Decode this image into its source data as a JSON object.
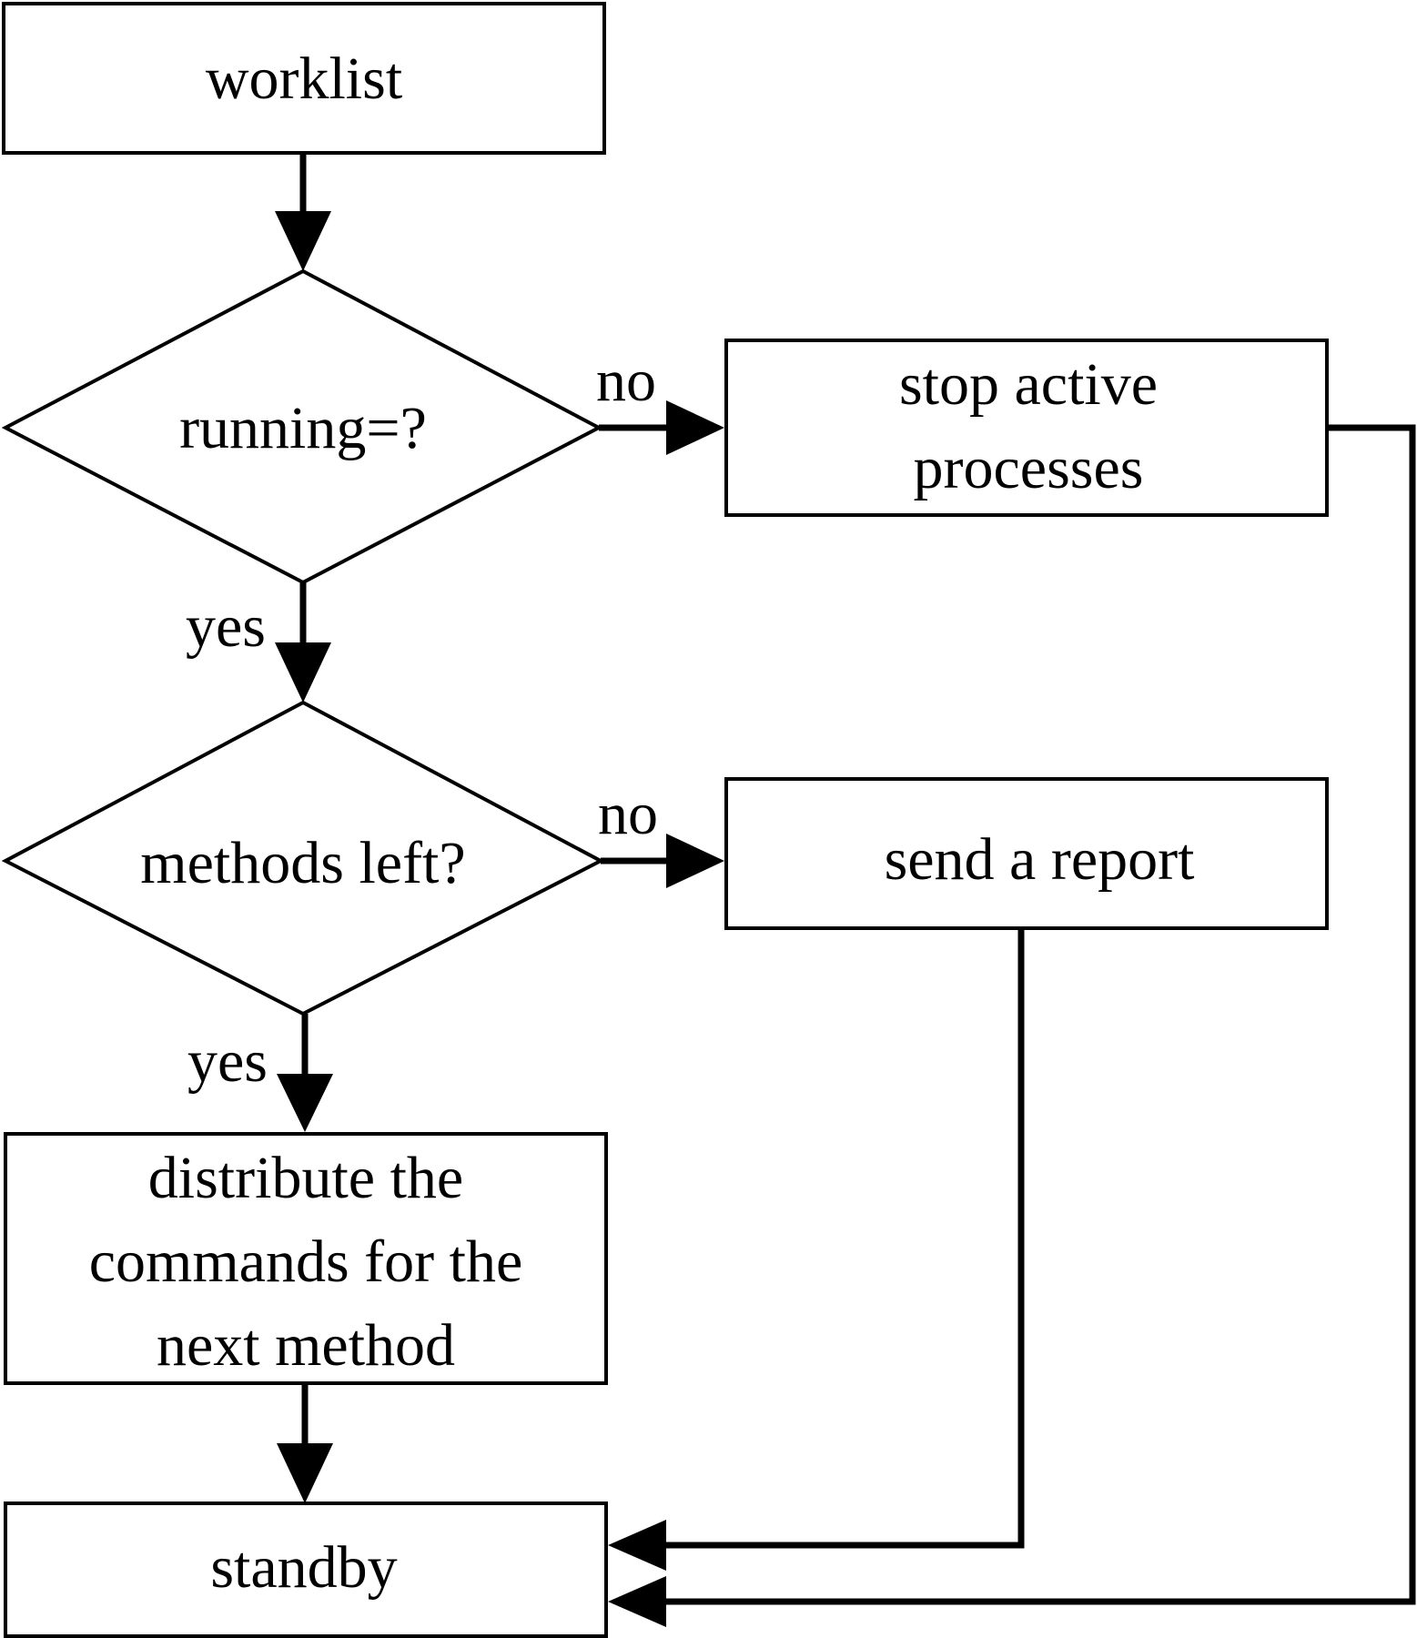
{
  "nodes": {
    "worklist": "worklist",
    "running_check": "running=?",
    "stop_active": [
      "stop active",
      "processes"
    ],
    "methods_left": "methods left?",
    "send_report": "send a report",
    "distribute": [
      "distribute the",
      "commands for the",
      "next method"
    ],
    "standby": "standby"
  },
  "edge_labels": {
    "running_no": "no",
    "running_yes": "yes",
    "methods_no": "no",
    "methods_yes": "yes"
  }
}
